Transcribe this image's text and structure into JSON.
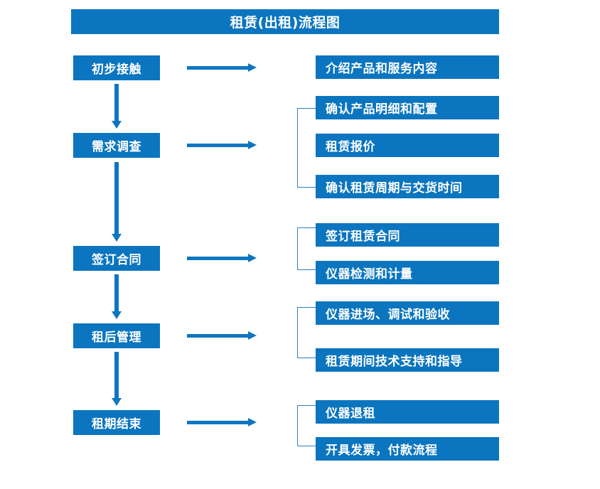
{
  "theme": {
    "box_blue": "#0b75bf",
    "arrow_blue": "#0e76c0",
    "bracket_blue": "#2a7fc4",
    "text_color": "#ffffff",
    "background": "#ffffff"
  },
  "header": {
    "title": "租赁(出租)流程图"
  },
  "flow": {
    "stages": [
      {
        "label": "初步接触"
      },
      {
        "label": "需求调查"
      },
      {
        "label": "签订合同"
      },
      {
        "label": "租后管理"
      },
      {
        "label": "租期结束"
      }
    ],
    "details": [
      {
        "label": "介绍产品和服务内容"
      },
      {
        "label": "确认产品明细和配置"
      },
      {
        "label": "租赁报价"
      },
      {
        "label": "确认租赁周期与交货时间"
      },
      {
        "label": "签订租赁合同"
      },
      {
        "label": "仪器检测和计量"
      },
      {
        "label": "仪器进场、调试和验收"
      },
      {
        "label": "租赁期间技术支持和指导"
      },
      {
        "label": "仪器退租"
      },
      {
        "label": "开具发票，付款流程"
      }
    ]
  }
}
